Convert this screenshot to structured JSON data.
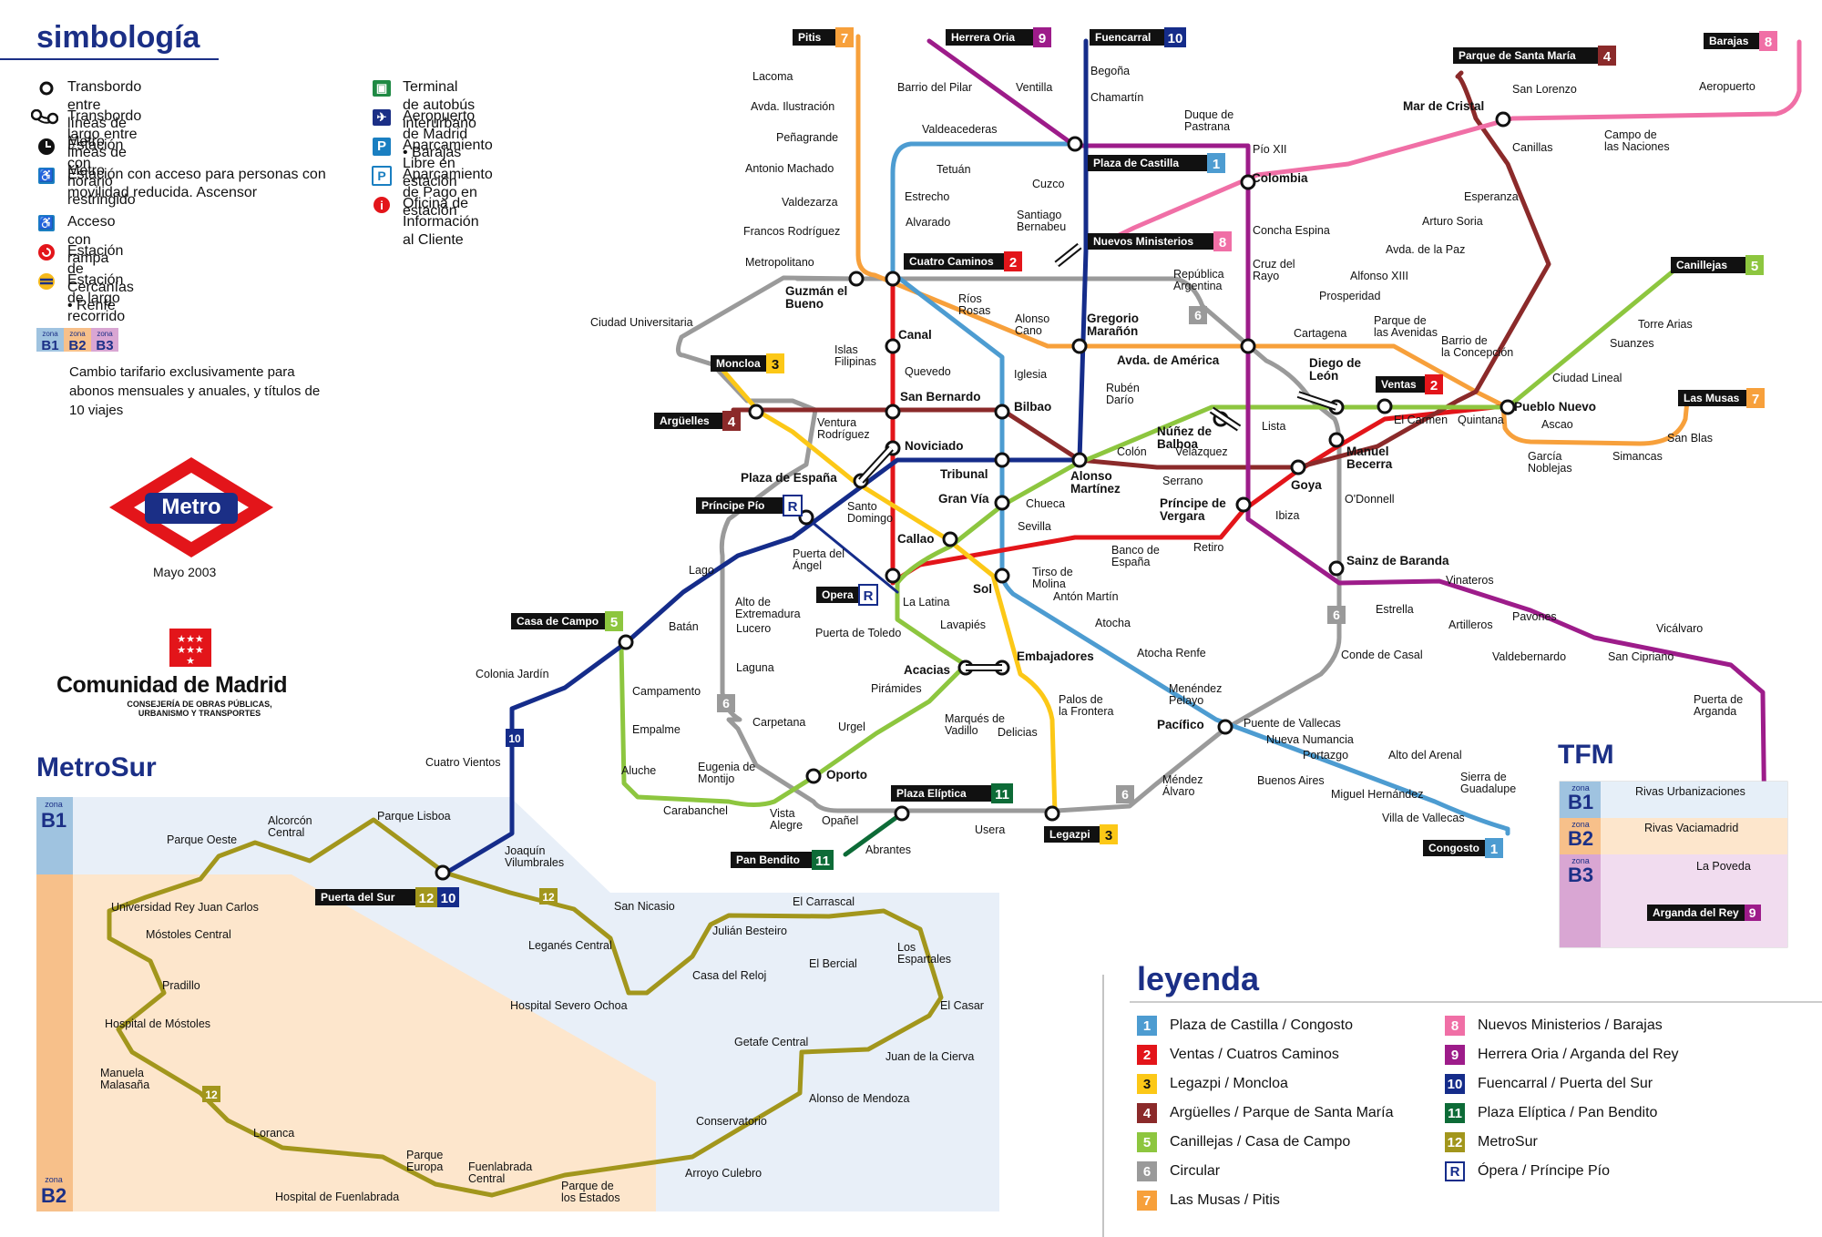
{
  "symbology": {
    "title": "simbología",
    "items": [
      {
        "icon": "interchange-icon",
        "text": "Transbordo entre líneas de Metro"
      },
      {
        "icon": "long-interchange-icon",
        "text": "Transbordo largo entre líneas de Metro"
      },
      {
        "icon": "restricted-hours-icon",
        "text": "Estación con horario restringido"
      },
      {
        "icon": "elevator-access-icon",
        "text": "Estación con acceso para personas con movilidad reducida. Ascensor"
      },
      {
        "icon": "ramp-access-icon",
        "text": "Acceso con rampa"
      },
      {
        "icon": "cercanias-icon",
        "text": "Estación de Cercanías • Renfe"
      },
      {
        "icon": "long-distance-icon",
        "text": "Estación de largo recorrido • Renfe"
      }
    ],
    "items_right": [
      {
        "icon": "bus-terminal-icon",
        "text": "Terminal de autobús interurbano"
      },
      {
        "icon": "airport-icon",
        "text": "Aeropuerto de Madrid • Barajas"
      },
      {
        "icon": "free-parking-icon",
        "text": "Aparcamiento Libre en estación"
      },
      {
        "icon": "paid-parking-icon",
        "text": "Aparcamiento de Pago en estación"
      },
      {
        "icon": "info-office-icon",
        "text": "Oficina de Información al Cliente"
      }
    ],
    "zone_chips": [
      "B1",
      "B2",
      "B3"
    ],
    "zone_chip_label": "zona",
    "zone_note": "Cambio tarifario exclusivamente para abonos mensuales y anuales, y títulos de 10 viajes"
  },
  "branding": {
    "metro_logo": "Metro",
    "date": "Mayo 2003",
    "region_name": "Comunidad de Madrid",
    "region_dept": "CONSEJERÍA DE OBRAS PÚBLICAS, URBANISMO Y TRANSPORTES"
  },
  "metrosur": {
    "title": "MetroSur",
    "zone_label": "zona",
    "zone_b1": "B1",
    "zone_b2": "B2",
    "stations": [
      "Parque Oeste",
      "Alcorcón Central",
      "Parque Lisboa",
      "Joaquín Vilumbrales",
      "Puerta del Sur",
      "Universidad Rey Juan Carlos",
      "Móstoles Central",
      "Pradillo",
      "Hospital de Móstoles",
      "Manuela Malasaña",
      "Loranca",
      "Hospital de Fuenlabrada",
      "Parque Europa",
      "Fuenlabrada Central",
      "Parque de los Estados",
      "Arroyo Culebro",
      "Conservatorio",
      "Alonso de Mendoza",
      "Getafe Central",
      "Juan de la Cierva",
      "El Casar",
      "Los Espartales",
      "El Bercial",
      "El Carrascal",
      "Julián Besteiro",
      "Casa del Reloj",
      "Hospital Severo Ochoa",
      "Leganés Central",
      "San Nicasio"
    ],
    "line_label": "12"
  },
  "legend": {
    "title": "leyenda",
    "lines": [
      {
        "num": "1",
        "color": "#4d9cd1",
        "name": "Plaza de Castilla / Congosto"
      },
      {
        "num": "2",
        "color": "#e3151a",
        "name": "Ventas / Cuatros Caminos"
      },
      {
        "num": "3",
        "color": "#fcc817",
        "name": "Legazpi / Moncloa",
        "dark": true
      },
      {
        "num": "4",
        "color": "#8b2a2a",
        "name": "Argüelles / Parque de Santa María"
      },
      {
        "num": "5",
        "color": "#8dc63f",
        "name": "Canillejas / Casa de Campo"
      },
      {
        "num": "6",
        "color": "#9a9a9a",
        "name": "Circular"
      },
      {
        "num": "7",
        "color": "#f7a03b",
        "name": "Las Musas / Pitis"
      },
      {
        "num": "8",
        "color": "#f06fa6",
        "name": "Nuevos Ministerios / Barajas"
      },
      {
        "num": "9",
        "color": "#9d1c8a",
        "name": "Herrera Oria / Arganda del Rey"
      },
      {
        "num": "10",
        "color": "#152c8a",
        "name": "Fuencarral / Puerta del Sur"
      },
      {
        "num": "11",
        "color": "#0d6b37",
        "name": "Plaza Elíptica / Pan Bendito"
      },
      {
        "num": "12",
        "color": "#a2961c",
        "name": "MetroSur"
      },
      {
        "num": "R",
        "color": "#ffffff",
        "name": "Ópera / Príncipe Pío",
        "outline": true
      }
    ]
  },
  "tfm": {
    "title": "TFM",
    "zone_label": "zona",
    "zones": [
      "B1",
      "B2",
      "B3"
    ],
    "stations": [
      "Rivas Urbanizaciones",
      "Rivas Vaciamadrid",
      "La Poveda",
      "Arganda del Rey"
    ],
    "terminus_line": "9"
  },
  "terminals": [
    {
      "id": "pitis",
      "name": "Pitis",
      "line": "7"
    },
    {
      "id": "herrera",
      "name": "Herrera Oria",
      "line": "9"
    },
    {
      "id": "fuencarral",
      "name": "Fuencarral",
      "line": "10"
    },
    {
      "id": "psm",
      "name": "Parque de Santa María",
      "line": "4"
    },
    {
      "id": "barajas",
      "name": "Barajas",
      "line": "8"
    },
    {
      "id": "castilla",
      "name": "Plaza de Castilla",
      "line": "1"
    },
    {
      "id": "cuatro",
      "name": "Cuatro Caminos",
      "line": "2"
    },
    {
      "id": "nuevos",
      "name": "Nuevos Ministerios",
      "line": "8"
    },
    {
      "id": "canillejas",
      "name": "Canillejas",
      "line": "5"
    },
    {
      "id": "moncloa",
      "name": "Moncloa",
      "line": "3"
    },
    {
      "id": "arguelles",
      "name": "Argüelles",
      "line": "4"
    },
    {
      "id": "ventas",
      "name": "Ventas",
      "line": "2"
    },
    {
      "id": "musas",
      "name": "Las Musas",
      "line": "7"
    },
    {
      "id": "ppio",
      "name": "Príncipe Pío",
      "line": "R"
    },
    {
      "id": "opera",
      "name": "Opera",
      "line": "R"
    },
    {
      "id": "casacampo",
      "name": "Casa de Campo",
      "line": "5"
    },
    {
      "id": "elliptica",
      "name": "Plaza Elíptica",
      "line": "11"
    },
    {
      "id": "panbendito",
      "name": "Pan Bendito",
      "line": "11"
    },
    {
      "id": "legazpi",
      "name": "Legazpi",
      "line": "3"
    },
    {
      "id": "congosto",
      "name": "Congosto",
      "line": "1"
    },
    {
      "id": "ptasur",
      "name": "Puerta del Sur",
      "line": "12 10"
    }
  ],
  "stations": [
    {
      "n": "Lacoma"
    },
    {
      "n": "Avda. Ilustración"
    },
    {
      "n": "Peñagrande"
    },
    {
      "n": "Antonio Machado"
    },
    {
      "n": "Valdezarza"
    },
    {
      "n": "Francos Rodríguez"
    },
    {
      "n": "Metropolitano"
    },
    {
      "n": "Guzmán el Bueno"
    },
    {
      "n": "Ciudad Universitaria"
    },
    {
      "n": "Islas Filipinas"
    },
    {
      "n": "Barrio del Pilar"
    },
    {
      "n": "Ventilla"
    },
    {
      "n": "Valdeacederas"
    },
    {
      "n": "Tetuán"
    },
    {
      "n": "Estrecho"
    },
    {
      "n": "Alvarado"
    },
    {
      "n": "Begoña"
    },
    {
      "n": "Chamartín"
    },
    {
      "n": "Duque de Pastrana"
    },
    {
      "n": "Pío XII"
    },
    {
      "n": "Colombia"
    },
    {
      "n": "Cuzco"
    },
    {
      "n": "Santiago Bernabeu"
    },
    {
      "n": "San Lorenzo"
    },
    {
      "n": "Mar de Cristal"
    },
    {
      "n": "Canillas"
    },
    {
      "n": "Esperanza"
    },
    {
      "n": "Arturo Soria"
    },
    {
      "n": "Avda. de la Paz"
    },
    {
      "n": "Alfonso XIII"
    },
    {
      "n": "Prosperidad"
    },
    {
      "n": "Concha Espina"
    },
    {
      "n": "Cruz del Rayo"
    },
    {
      "n": "República Argentina"
    },
    {
      "n": "Aeropuerto"
    },
    {
      "n": "Campo de las Naciones"
    },
    {
      "n": "Torre Arias"
    },
    {
      "n": "Suanzes"
    },
    {
      "n": "Ciudad Lineal"
    },
    {
      "n": "Pueblo Nuevo"
    },
    {
      "n": "Quintana"
    },
    {
      "n": "El Carmen"
    },
    {
      "n": "Ascao"
    },
    {
      "n": "García Noblejas"
    },
    {
      "n": "Simancas"
    },
    {
      "n": "San Blas"
    },
    {
      "n": "Barrio de la Concepción"
    },
    {
      "n": "Parque de las Avenidas"
    },
    {
      "n": "Cartagena"
    },
    {
      "n": "Ríos Rosas"
    },
    {
      "n": "Canal"
    },
    {
      "n": "Quevedo"
    },
    {
      "n": "Alonso Cano"
    },
    {
      "n": "Gregorio Marañón"
    },
    {
      "n": "Iglesia"
    },
    {
      "n": "Avda. de América"
    },
    {
      "n": "Diego de León"
    },
    {
      "n": "Lista"
    },
    {
      "n": "Rubén Darío"
    },
    {
      "n": "Núñez de Balboa"
    },
    {
      "n": "Velázquez"
    },
    {
      "n": "Colón"
    },
    {
      "n": "Serrano"
    },
    {
      "n": "Goya"
    },
    {
      "n": "Manuel Becerra"
    },
    {
      "n": "O'Donnell"
    },
    {
      "n": "Príncipe de Vergara"
    },
    {
      "n": "Ibiza"
    },
    {
      "n": "Retiro"
    },
    {
      "n": "San Bernardo"
    },
    {
      "n": "Bilbao"
    },
    {
      "n": "Ventura Rodríguez"
    },
    {
      "n": "Noviciado"
    },
    {
      "n": "Plaza de España"
    },
    {
      "n": "Tribunal"
    },
    {
      "n": "Alonso Martínez"
    },
    {
      "n": "Gran Vía"
    },
    {
      "n": "Chueca"
    },
    {
      "n": "Santo Domingo"
    },
    {
      "n": "Callao"
    },
    {
      "n": "Sevilla"
    },
    {
      "n": "Banco de España"
    },
    {
      "n": "Sol"
    },
    {
      "n": "Tirso de Molina"
    },
    {
      "n": "Antón Martín"
    },
    {
      "n": "Atocha"
    },
    {
      "n": "Atocha Renfe"
    },
    {
      "n": "Menéndez Pelayo"
    },
    {
      "n": "Pacífico"
    },
    {
      "n": "Puente de Vallecas"
    },
    {
      "n": "Nueva Numancia"
    },
    {
      "n": "Portazgo"
    },
    {
      "n": "Buenos Aires"
    },
    {
      "n": "Alto del Arenal"
    },
    {
      "n": "Miguel Hernández"
    },
    {
      "n": "Sierra de Guadalupe"
    },
    {
      "n": "Villa de Vallecas"
    },
    {
      "n": "Sainz de Baranda"
    },
    {
      "n": "Estrella"
    },
    {
      "n": "Vinateros"
    },
    {
      "n": "Artilleros"
    },
    {
      "n": "Pavones"
    },
    {
      "n": "Valdebernardo"
    },
    {
      "n": "Vicálvaro"
    },
    {
      "n": "San Cipriano"
    },
    {
      "n": "Puerta de Arganda"
    },
    {
      "n": "Conde de Casal"
    },
    {
      "n": "Lago"
    },
    {
      "n": "Batán"
    },
    {
      "n": "Puerta del Ángel"
    },
    {
      "n": "Alto de Extremadura"
    },
    {
      "n": "Lucero"
    },
    {
      "n": "Laguna"
    },
    {
      "n": "La Latina"
    },
    {
      "n": "Puerta de Toledo"
    },
    {
      "n": "Lavapiés"
    },
    {
      "n": "Embajadores"
    },
    {
      "n": "Acacias"
    },
    {
      "n": "Palos de la Frontera"
    },
    {
      "n": "Delicias"
    },
    {
      "n": "Pirámides"
    },
    {
      "n": "Marqués de Vadillo"
    },
    {
      "n": "Urgel"
    },
    {
      "n": "Oporto"
    },
    {
      "n": "Carpetana"
    },
    {
      "n": "Eugenia de Montijo"
    },
    {
      "n": "Campamento"
    },
    {
      "n": "Empalme"
    },
    {
      "n": "Aluche"
    },
    {
      "n": "Carabanchel"
    },
    {
      "n": "Vista Alegre"
    },
    {
      "n": "Opañel"
    },
    {
      "n": "Usera"
    },
    {
      "n": "Abrantes"
    },
    {
      "n": "Méndez Álvaro"
    },
    {
      "n": "Colonia Jardín"
    },
    {
      "n": "Cuatro Vientos"
    }
  ]
}
